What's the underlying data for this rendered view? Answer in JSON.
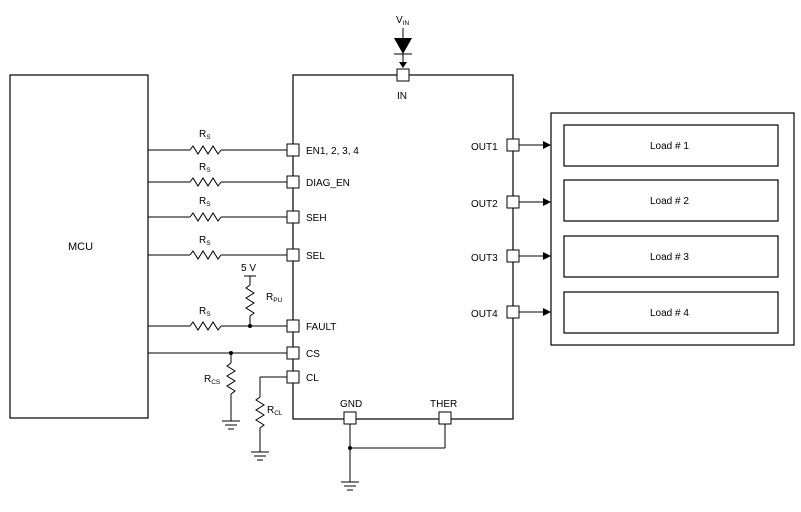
{
  "supply": {
    "label": "V",
    "sub": "IN"
  },
  "mcu": {
    "label": "MCU"
  },
  "device": {
    "pins_left": [
      "EN1, 2, 3, 4",
      "DIAG_EN",
      "SEH",
      "SEL",
      "FAULT",
      "CS",
      "CL"
    ],
    "pin_top": "IN",
    "pins_bottom": [
      "GND",
      "THER"
    ],
    "pins_right": [
      "OUT1",
      "OUT2",
      "OUT3",
      "OUT4"
    ]
  },
  "loads": [
    "Load # 1",
    "Load # 2",
    "Load # 3",
    "Load # 4"
  ],
  "resistors": {
    "series": {
      "label": "R",
      "sub": "S"
    },
    "pullup": {
      "label": "R",
      "sub": "PU"
    },
    "cs": {
      "label": "R",
      "sub": "CS"
    },
    "cl": {
      "label": "R",
      "sub": "CL"
    }
  },
  "pullup_voltage": "5 V"
}
